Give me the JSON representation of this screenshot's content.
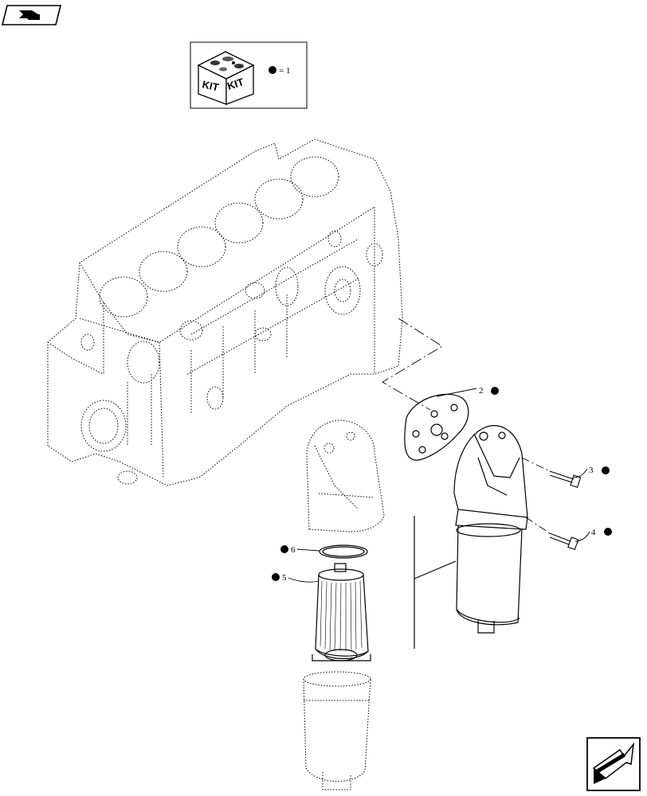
{
  "kit_legend": {
    "box_text_left": "KIT",
    "box_text_right": "KIT",
    "legend_text": "= 1"
  },
  "callouts": [
    {
      "ref": "2"
    },
    {
      "ref": "3"
    },
    {
      "ref": "4"
    },
    {
      "ref": "5"
    },
    {
      "ref": "6"
    }
  ],
  "icons": {
    "top_left": "assembly-nav-icon",
    "bottom_right": "next-page-arrow-icon"
  }
}
